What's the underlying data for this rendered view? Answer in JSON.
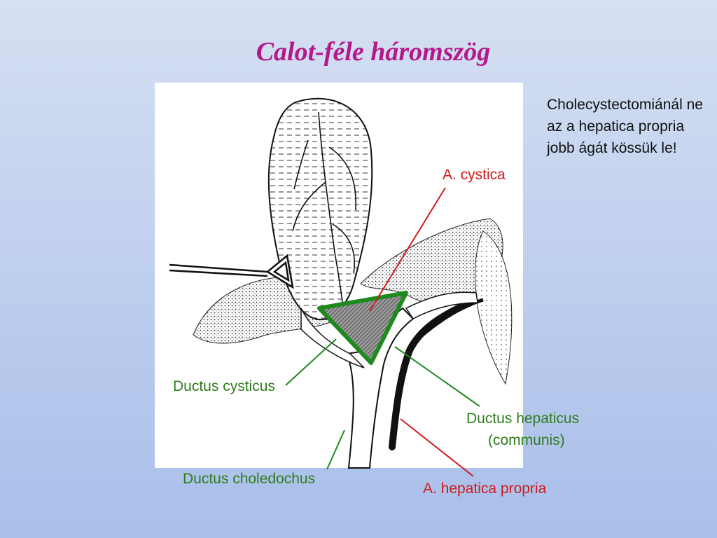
{
  "slide": {
    "title": "Calot-féle háromszög",
    "note": "Cholecystectomiánál ne az a hepatica propria jobb ágát kössük le!"
  },
  "labels": {
    "a_cystica": "A. cystica",
    "ductus_cysticus": "Ductus cysticus",
    "ductus_hepaticus_line1": "Ductus hepaticus",
    "ductus_hepaticus_line2": "(communis)",
    "ductus_choledochus": "Ductus choledochus",
    "a_hepatica_propria": "A. hepatica propria"
  },
  "colors": {
    "title": "#b3198a",
    "structure_label": "#2f7d1e",
    "artery_label": "#d01a1a",
    "triangle_outline": "#1e8a1e",
    "triangle_fill": "#6f6f6f"
  }
}
